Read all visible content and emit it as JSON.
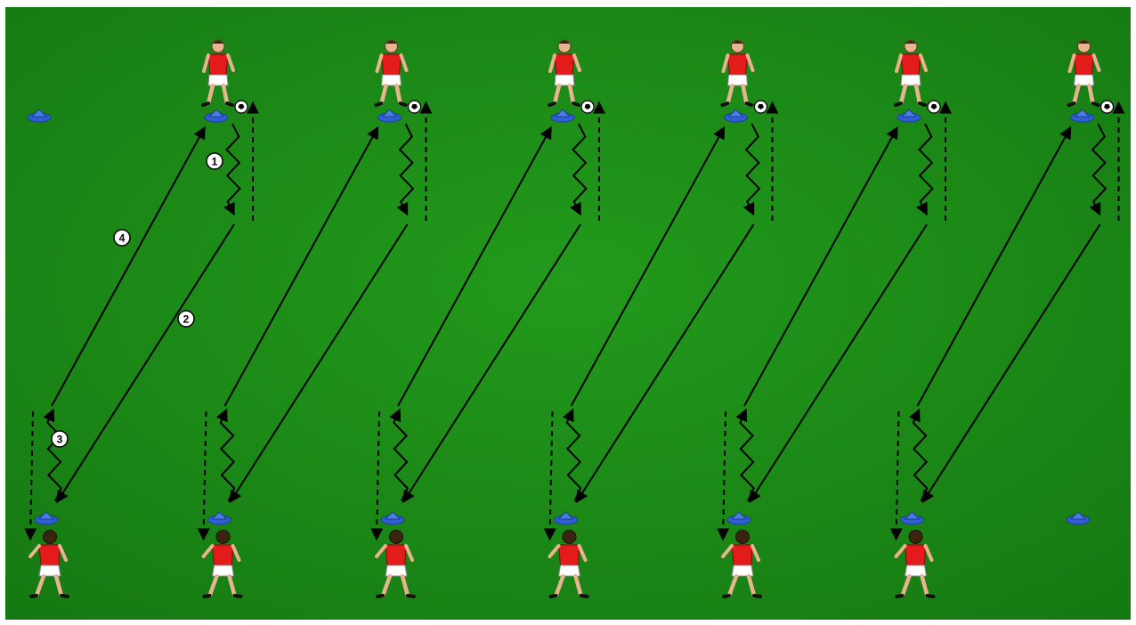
{
  "diagram": {
    "type": "soccer-drill",
    "pitch_color": "#1f8a1a",
    "pitch_shade": "#156f12",
    "cone_color": "#2f5fd0",
    "shirt_color": "#e31b1b",
    "shorts_color": "#ffffff",
    "line_color": "#000000",
    "lane_count": 6,
    "step_labels": [
      "1",
      "2",
      "3",
      "4"
    ]
  }
}
